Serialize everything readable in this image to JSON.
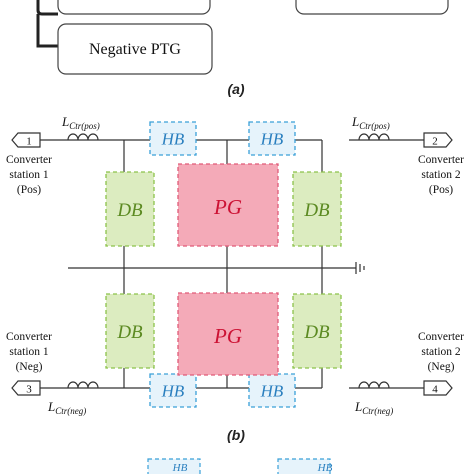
{
  "panel_a": {
    "negative_ptg_label": "Negative PTG",
    "caption": "(a)"
  },
  "panel_b": {
    "caption": "(b)",
    "blocks": {
      "hb": "HB",
      "db": "DB",
      "pg": "PG"
    },
    "terminals": {
      "t1": "1",
      "t2": "2",
      "t3": "3",
      "t4": "4"
    },
    "inductor_labels": {
      "top_left": {
        "main": "L",
        "sub": "Ctr(pos)"
      },
      "top_right": {
        "main": "L",
        "sub": "Ctr(pos)"
      },
      "bottom_left": {
        "main": "L",
        "sub": "Ctr(neg)"
      },
      "bottom_right": {
        "main": "L",
        "sub": "Ctr(neg)"
      }
    },
    "stations": {
      "top_left": [
        "Converter",
        "station 1",
        "(Pos)"
      ],
      "top_right": [
        "Converter",
        "station 2",
        "(Pos)"
      ],
      "bottom_left": [
        "Converter",
        "station 1",
        "(Neg)"
      ],
      "bottom_right": [
        "Converter",
        "station 2",
        "(Neg)"
      ]
    }
  },
  "panel_c_partial": {
    "hb": "HB"
  },
  "colors": {
    "hb_fill": "#e6f3fb",
    "hb_stroke": "#3aa0d8",
    "hb_text": "#2a7fbf",
    "db_fill": "#dcecc0",
    "db_stroke": "#8cc24a",
    "db_text": "#5c8a22",
    "pg_fill": "#f4aab8",
    "pg_stroke": "#e05b78",
    "pg_text": "#cc1133",
    "line": "#333333"
  }
}
